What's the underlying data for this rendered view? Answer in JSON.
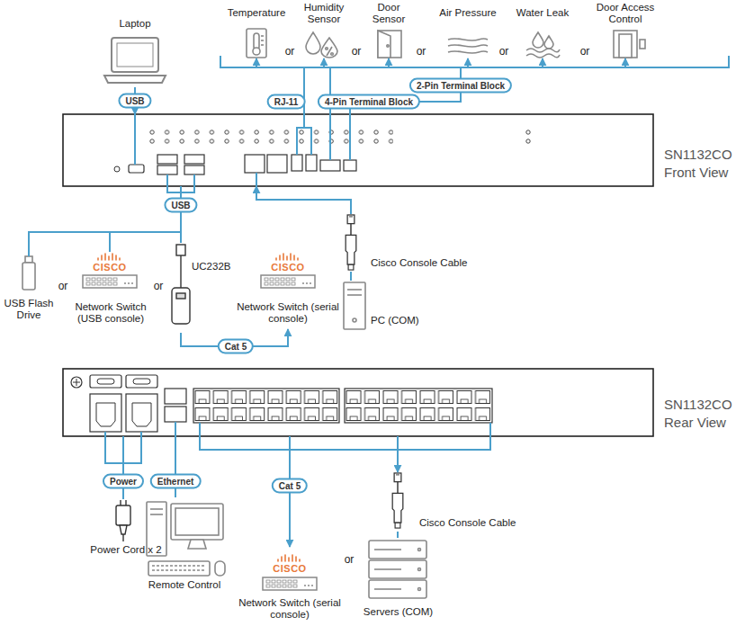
{
  "diagram": {
    "nodes": [
      {
        "text": [
          "Laptop"
        ]
      },
      {
        "text": [
          "Temperature"
        ]
      },
      {
        "text": [
          "Humidity Sensor"
        ]
      },
      {
        "text": [
          "Door Sensor"
        ]
      },
      {
        "text": [
          "Air Pressure"
        ]
      },
      {
        "text": [
          "Water Leak"
        ]
      },
      {
        "text": [
          "Door Access Control"
        ]
      },
      {
        "text": [
          "SN1132CO Front View"
        ]
      },
      {
        "text": [
          "USB Flash Drive"
        ]
      },
      {
        "text": [
          "Network Switch (USB console)"
        ]
      },
      {
        "text": [
          "UC232B"
        ]
      },
      {
        "text": [
          "Network Switch (serial console)"
        ]
      },
      {
        "text": [
          "Cisco Console Cable"
        ]
      },
      {
        "text": [
          "PC (COM)"
        ]
      },
      {
        "text": [
          "SN1132CO Rear View"
        ]
      },
      {
        "text": [
          "Power Cord x 2"
        ]
      },
      {
        "text": [
          "Remote Control"
        ]
      },
      {
        "text": [
          "Network Switch (serial console)"
        ]
      },
      {
        "text": [
          "Cisco Console Cable"
        ]
      },
      {
        "text": [
          "Servers (COM)"
        ]
      }
    ],
    "edges": [
      {
        "from": 0,
        "to": 7,
        "arrow": "to",
        "label": "USB"
      },
      {
        "from": 7,
        "to": 1,
        "arrow": "to"
      },
      {
        "from": 7,
        "to": 2,
        "arrow": "to"
      },
      {
        "from": 7,
        "to": 3,
        "arrow": "to"
      },
      {
        "from": 7,
        "to": 4,
        "arrow": "to"
      },
      {
        "from": 7,
        "to": 5,
        "arrow": "to"
      },
      {
        "from": 7,
        "to": 6,
        "arrow": "to"
      },
      {
        "from": 7,
        "to": 8,
        "arrow": "none"
      },
      {
        "from": 7,
        "to": 9,
        "arrow": "none"
      },
      {
        "from": 7,
        "to": 10,
        "arrow": "none"
      },
      {
        "from": 10,
        "to": 11,
        "arrow": "to",
        "label": "Cat 5"
      },
      {
        "from": 12,
        "to": 7,
        "arrow": "to"
      },
      {
        "from": 12,
        "to": 13,
        "arrow": "none"
      },
      {
        "from": 14,
        "to": 15,
        "arrow": "none",
        "label": "Power"
      },
      {
        "from": 14,
        "to": 16,
        "arrow": "none",
        "label": "Ethernet"
      },
      {
        "from": 14,
        "to": 17,
        "arrow": "to",
        "label": "Cat 5"
      },
      {
        "from": 14,
        "to": 18,
        "arrow": "to"
      },
      {
        "from": 18,
        "to": 19,
        "arrow": "none"
      }
    ],
    "labels": [
      "RJ-11",
      "4-Pin Terminal Block",
      "2-Pin Terminal Block",
      "or",
      "or",
      "or",
      "or",
      "or",
      "USB",
      "or",
      "or",
      "CISCO",
      "CISCO",
      "CISCO",
      "or"
    ]
  }
}
